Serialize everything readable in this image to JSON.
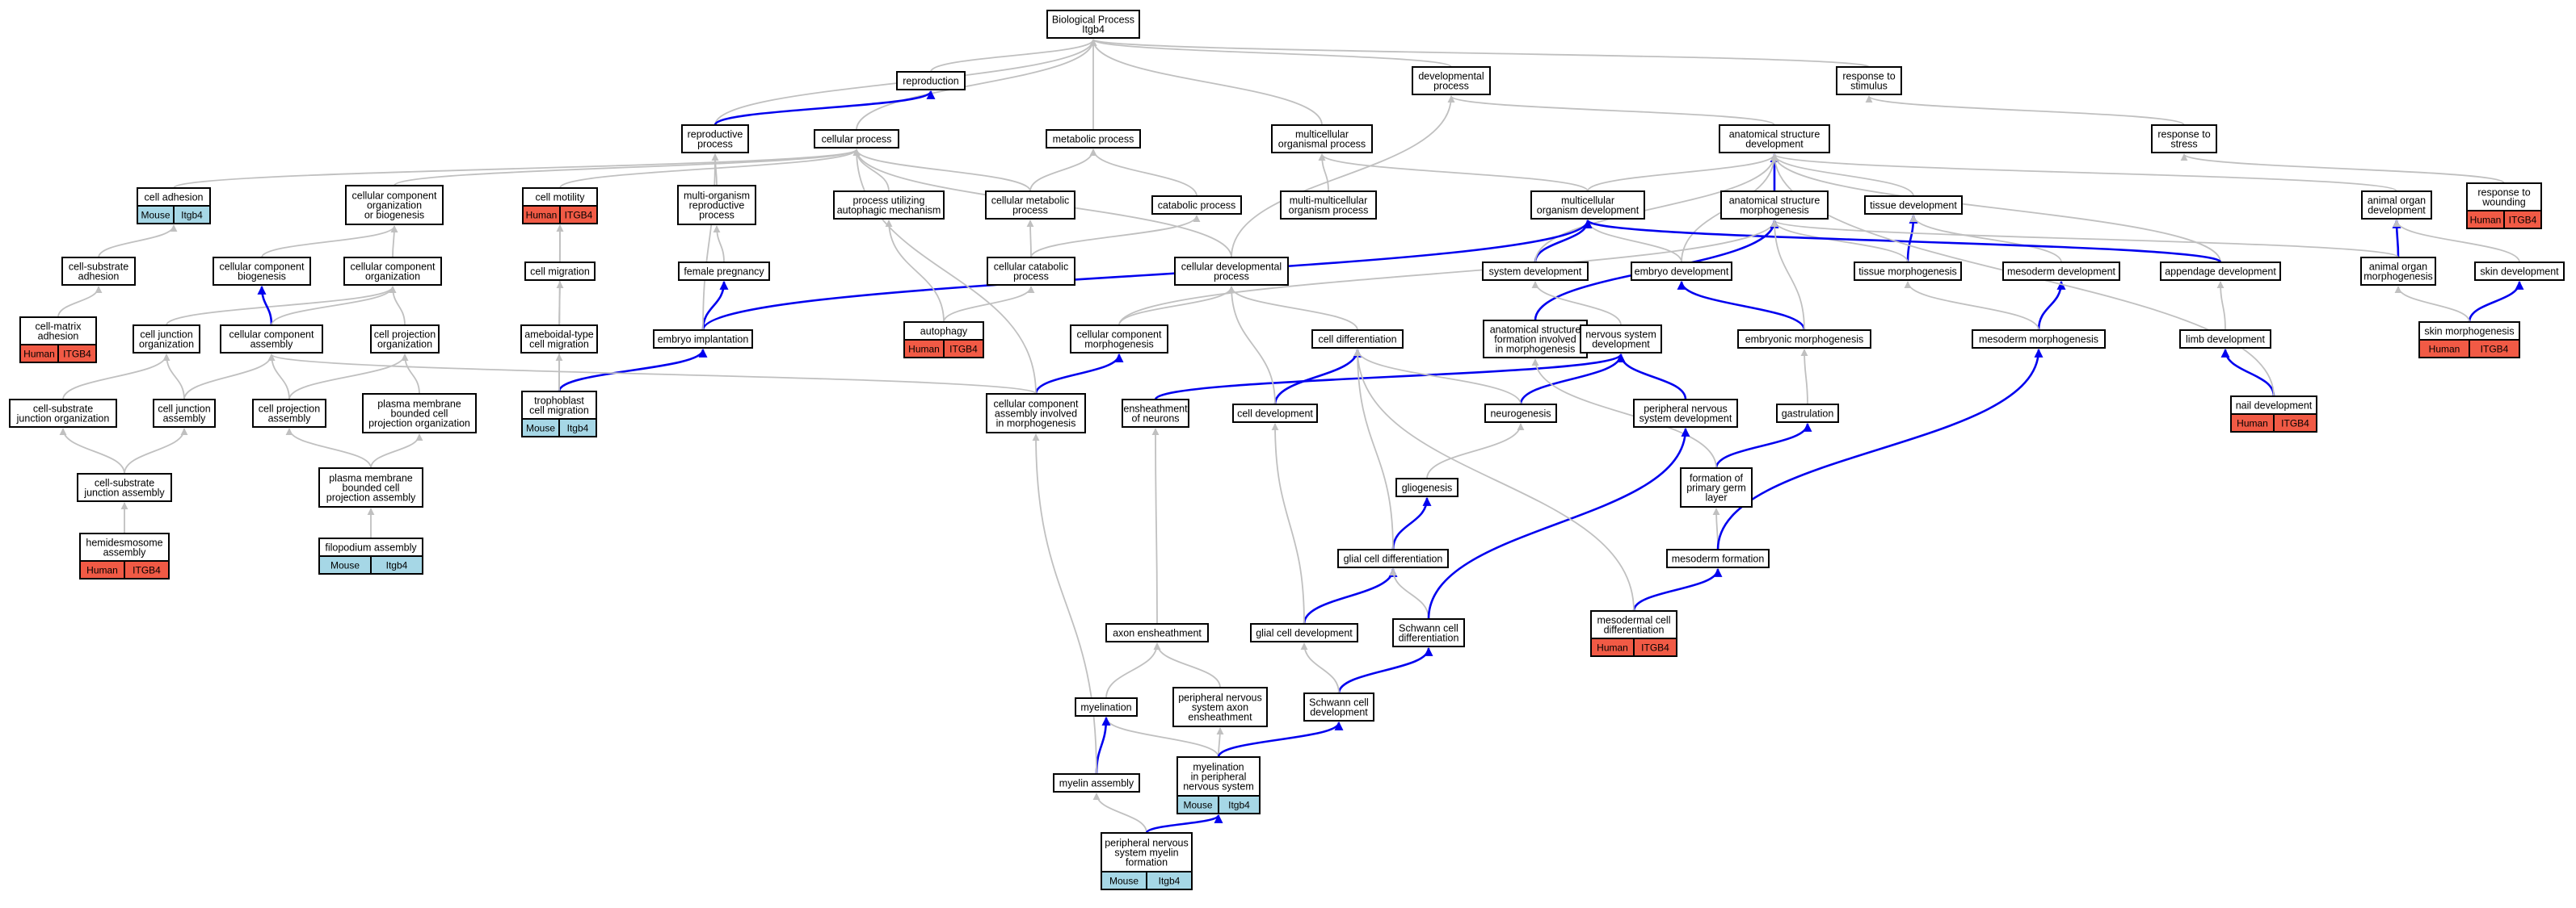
{
  "colors": {
    "gray_edge": "#c0c0c0",
    "blue_edge": "#0000ee",
    "human_badge": "#f15a45",
    "mouse_badge": "#a6d7e6"
  },
  "nodes": [
    {
      "id": "bp",
      "lines": [
        "Biological Process",
        "Itgb4"
      ]
    },
    {
      "id": "reproduction",
      "lines": [
        "reproduction"
      ]
    },
    {
      "id": "developmental",
      "lines": [
        "developmental",
        "process"
      ]
    },
    {
      "id": "resp_stimulus",
      "lines": [
        "response to",
        "stimulus"
      ]
    },
    {
      "id": "repro_process",
      "lines": [
        "reproductive",
        "process"
      ]
    },
    {
      "id": "cellular_process",
      "lines": [
        "cellular process"
      ]
    },
    {
      "id": "metabolic",
      "lines": [
        "metabolic process"
      ]
    },
    {
      "id": "multicell_proc",
      "lines": [
        "multicellular",
        "organismal process"
      ]
    },
    {
      "id": "anat_dev",
      "lines": [
        "anatomical structure",
        "development"
      ]
    },
    {
      "id": "resp_stress",
      "lines": [
        "response to",
        "stress"
      ]
    },
    {
      "id": "cell_adhesion",
      "lines": [
        "cell adhesion"
      ],
      "badge": {
        "species": "Mouse",
        "gene": "Itgb4"
      }
    },
    {
      "id": "ccob",
      "lines": [
        "cellular component",
        "organization",
        "or biogenesis"
      ]
    },
    {
      "id": "cell_motility",
      "lines": [
        "cell motility"
      ],
      "badge": {
        "species": "Human",
        "gene": "ITGB4"
      }
    },
    {
      "id": "mo_repro",
      "lines": [
        "multi-organism",
        "reproductive",
        "process"
      ]
    },
    {
      "id": "autophagic_mech",
      "lines": [
        "process utilizing",
        "autophagic mechanism"
      ]
    },
    {
      "id": "cell_metabolic",
      "lines": [
        "cellular metabolic",
        "process"
      ]
    },
    {
      "id": "catabolic",
      "lines": [
        "catabolic process"
      ]
    },
    {
      "id": "mo_org_process",
      "lines": [
        "multi-multicellular",
        "organism process"
      ]
    },
    {
      "id": "mo_dev",
      "lines": [
        "multicellular",
        "organism development"
      ]
    },
    {
      "id": "anat_morph",
      "lines": [
        "anatomical structure",
        "morphogenesis"
      ]
    },
    {
      "id": "tissue_dev",
      "lines": [
        "tissue development"
      ]
    },
    {
      "id": "animal_organ_dev",
      "lines": [
        "animal organ",
        "development"
      ]
    },
    {
      "id": "resp_wound",
      "lines": [
        "response to",
        "wounding"
      ],
      "badge": {
        "species": "Human",
        "gene": "ITGB4"
      }
    },
    {
      "id": "cell_sub_adhesion",
      "lines": [
        "cell-substrate",
        "adhesion"
      ]
    },
    {
      "id": "cc_biogenesis",
      "lines": [
        "cellular component",
        "biogenesis"
      ]
    },
    {
      "id": "cc_org",
      "lines": [
        "cellular component",
        "organization"
      ]
    },
    {
      "id": "cell_migration",
      "lines": [
        "cell migration"
      ]
    },
    {
      "id": "female_preg",
      "lines": [
        "female pregnancy"
      ]
    },
    {
      "id": "cell_catabolic",
      "lines": [
        "cellular catabolic",
        "process"
      ]
    },
    {
      "id": "cell_dev_proc",
      "lines": [
        "cellular developmental",
        "process"
      ]
    },
    {
      "id": "system_dev",
      "lines": [
        "system development"
      ]
    },
    {
      "id": "embryo_dev",
      "lines": [
        "embryo development"
      ]
    },
    {
      "id": "tissue_morph",
      "lines": [
        "tissue morphogenesis"
      ]
    },
    {
      "id": "mesoderm_dev",
      "lines": [
        "mesoderm development"
      ]
    },
    {
      "id": "appendage_dev",
      "lines": [
        "appendage development"
      ]
    },
    {
      "id": "animal_organ_morph",
      "lines": [
        "animal organ",
        "morphogenesis"
      ]
    },
    {
      "id": "skin_dev",
      "lines": [
        "skin development"
      ]
    },
    {
      "id": "cell_matrix",
      "lines": [
        "cell-matrix",
        "adhesion"
      ],
      "badge": {
        "species": "Human",
        "gene": "ITGB4"
      }
    },
    {
      "id": "cell_junction_org",
      "lines": [
        "cell junction",
        "organization"
      ]
    },
    {
      "id": "cc_assembly",
      "lines": [
        "cellular component",
        "assembly"
      ]
    },
    {
      "id": "cell_proj_org",
      "lines": [
        "cell projection",
        "organization"
      ]
    },
    {
      "id": "ameboidal",
      "lines": [
        "ameboidal-type",
        "cell migration"
      ]
    },
    {
      "id": "embryo_impl",
      "lines": [
        "embryo implantation"
      ]
    },
    {
      "id": "autophagy",
      "lines": [
        "autophagy"
      ],
      "badge": {
        "species": "Human",
        "gene": "ITGB4"
      }
    },
    {
      "id": "cc_morph",
      "lines": [
        "cellular component",
        "morphogenesis"
      ]
    },
    {
      "id": "cell_diff",
      "lines": [
        "cell differentiation"
      ]
    },
    {
      "id": "anat_formation",
      "lines": [
        "anatomical structure",
        "formation involved",
        "in morphogenesis"
      ]
    },
    {
      "id": "ns_dev",
      "lines": [
        "nervous system",
        "development"
      ]
    },
    {
      "id": "embryonic_morph",
      "lines": [
        "embryonic morphogenesis"
      ]
    },
    {
      "id": "mesoderm_morph",
      "lines": [
        "mesoderm morphogenesis"
      ]
    },
    {
      "id": "limb_dev",
      "lines": [
        "limb development"
      ]
    },
    {
      "id": "skin_morph",
      "lines": [
        "skin morphogenesis"
      ],
      "badge": {
        "species": "Human",
        "gene": "ITGB4"
      }
    },
    {
      "id": "cs_junction_org",
      "lines": [
        "cell-substrate",
        "junction organization"
      ]
    },
    {
      "id": "cell_junction_asm",
      "lines": [
        "cell junction",
        "assembly"
      ]
    },
    {
      "id": "cell_proj_asm",
      "lines": [
        "cell projection",
        "assembly"
      ]
    },
    {
      "id": "pm_proj_org",
      "lines": [
        "plasma membrane",
        "bounded cell",
        "projection organization"
      ]
    },
    {
      "id": "trophoblast",
      "lines": [
        "trophoblast",
        "cell migration"
      ],
      "badge": {
        "species": "Mouse",
        "gene": "Itgb4"
      }
    },
    {
      "id": "cc_asm_morph",
      "lines": [
        "cellular component",
        "assembly involved",
        "in morphogenesis"
      ]
    },
    {
      "id": "ensheathment",
      "lines": [
        "ensheathment",
        "of neurons"
      ]
    },
    {
      "id": "cell_dev",
      "lines": [
        "cell development"
      ]
    },
    {
      "id": "neurogenesis",
      "lines": [
        "neurogenesis"
      ]
    },
    {
      "id": "pns_dev",
      "lines": [
        "peripheral nervous",
        "system development"
      ]
    },
    {
      "id": "gastrulation",
      "lines": [
        "gastrulation"
      ]
    },
    {
      "id": "nail_dev",
      "lines": [
        "nail development"
      ],
      "badge": {
        "species": "Human",
        "gene": "ITGB4"
      }
    },
    {
      "id": "cs_junction_asm",
      "lines": [
        "cell-substrate",
        "junction assembly"
      ]
    },
    {
      "id": "pm_proj_asm",
      "lines": [
        "plasma membrane",
        "bounded cell",
        "projection assembly"
      ]
    },
    {
      "id": "gliogenesis",
      "lines": [
        "gliogenesis"
      ]
    },
    {
      "id": "germ_layer",
      "lines": [
        "formation of",
        "primary germ",
        "layer"
      ]
    },
    {
      "id": "hemidesmosome",
      "lines": [
        "hemidesmosome",
        "assembly"
      ],
      "badge": {
        "species": "Human",
        "gene": "ITGB4"
      }
    },
    {
      "id": "filopodium",
      "lines": [
        "filopodium assembly"
      ],
      "badge": {
        "species": "Mouse",
        "gene": "Itgb4"
      }
    },
    {
      "id": "glial_diff",
      "lines": [
        "glial cell differentiation"
      ]
    },
    {
      "id": "mesoderm_form",
      "lines": [
        "mesoderm formation"
      ]
    },
    {
      "id": "axon_ensheath",
      "lines": [
        "axon ensheathment"
      ]
    },
    {
      "id": "glial_dev",
      "lines": [
        "glial cell development"
      ]
    },
    {
      "id": "schwann_diff",
      "lines": [
        "Schwann cell",
        "differentiation"
      ]
    },
    {
      "id": "mesodermal_diff",
      "lines": [
        "mesodermal cell",
        "differentiation"
      ],
      "badge": {
        "species": "Human",
        "gene": "ITGB4"
      }
    },
    {
      "id": "myelination",
      "lines": [
        "myelination"
      ]
    },
    {
      "id": "pns_axon",
      "lines": [
        "peripheral nervous",
        "system axon",
        "ensheathment"
      ]
    },
    {
      "id": "schwann_dev",
      "lines": [
        "Schwann cell",
        "development"
      ]
    },
    {
      "id": "myelin_pns",
      "lines": [
        "myelination",
        "in peripheral",
        "nervous system"
      ],
      "badge": {
        "species": "Mouse",
        "gene": "Itgb4"
      }
    },
    {
      "id": "myelin_asm",
      "lines": [
        "myelin assembly"
      ]
    },
    {
      "id": "pns_myelin_form",
      "lines": [
        "peripheral nervous",
        "system myelin",
        "formation"
      ],
      "badge": {
        "species": "Mouse",
        "gene": "Itgb4"
      }
    }
  ],
  "edges": [
    [
      "reproduction",
      "bp",
      "gray"
    ],
    [
      "developmental",
      "bp",
      "gray"
    ],
    [
      "resp_stimulus",
      "bp",
      "gray"
    ],
    [
      "repro_process",
      "bp",
      "gray"
    ],
    [
      "cellular_process",
      "bp",
      "gray"
    ],
    [
      "metabolic",
      "bp",
      "gray"
    ],
    [
      "multicell_proc",
      "bp",
      "gray"
    ],
    [
      "repro_process",
      "reproduction",
      "blue"
    ],
    [
      "anat_dev",
      "developmental",
      "gray"
    ],
    [
      "resp_stress",
      "resp_stimulus",
      "gray"
    ],
    [
      "cell_adhesion",
      "cellular_process",
      "gray"
    ],
    [
      "ccob",
      "cellular_process",
      "gray"
    ],
    [
      "cell_motility",
      "cellular_process",
      "gray"
    ],
    [
      "mo_repro",
      "repro_process",
      "gray"
    ],
    [
      "autophagic_mech",
      "cellular_process",
      "gray"
    ],
    [
      "cell_metabolic",
      "cellular_process",
      "gray"
    ],
    [
      "cell_metabolic",
      "metabolic",
      "gray"
    ],
    [
      "catabolic",
      "metabolic",
      "gray"
    ],
    [
      "mo_org_process",
      "multicell_proc",
      "gray"
    ],
    [
      "mo_dev",
      "multicell_proc",
      "gray"
    ],
    [
      "mo_dev",
      "anat_dev",
      "gray"
    ],
    [
      "anat_morph",
      "anat_dev",
      "blue"
    ],
    [
      "tissue_dev",
      "anat_dev",
      "gray"
    ],
    [
      "animal_organ_dev",
      "anat_dev",
      "gray"
    ],
    [
      "resp_wound",
      "resp_stress",
      "gray"
    ],
    [
      "cell_sub_adhesion",
      "cell_adhesion",
      "gray"
    ],
    [
      "cc_biogenesis",
      "ccob",
      "gray"
    ],
    [
      "cc_org",
      "ccob",
      "gray"
    ],
    [
      "cell_migration",
      "cell_motility",
      "gray"
    ],
    [
      "female_preg",
      "mo_repro",
      "gray"
    ],
    [
      "cell_catabolic",
      "cell_metabolic",
      "gray"
    ],
    [
      "cell_catabolic",
      "catabolic",
      "gray"
    ],
    [
      "cell_dev_proc",
      "cellular_process",
      "gray"
    ],
    [
      "cell_dev_proc",
      "developmental",
      "gray"
    ],
    [
      "system_dev",
      "mo_dev",
      "blue"
    ],
    [
      "system_dev",
      "anat_dev",
      "gray"
    ],
    [
      "embryo_dev",
      "mo_dev",
      "gray"
    ],
    [
      "embryo_dev",
      "anat_dev",
      "gray"
    ],
    [
      "tissue_morph",
      "tissue_dev",
      "blue"
    ],
    [
      "tissue_morph",
      "anat_morph",
      "gray"
    ],
    [
      "mesoderm_dev",
      "tissue_dev",
      "gray"
    ],
    [
      "appendage_dev",
      "anat_dev",
      "gray"
    ],
    [
      "appendage_dev",
      "mo_dev",
      "blue"
    ],
    [
      "animal_organ_morph",
      "animal_organ_dev",
      "blue"
    ],
    [
      "animal_organ_morph",
      "anat_morph",
      "gray"
    ],
    [
      "skin_dev",
      "animal_organ_dev",
      "gray"
    ],
    [
      "cell_matrix",
      "cell_sub_adhesion",
      "gray"
    ],
    [
      "cell_junction_org",
      "cc_org",
      "gray"
    ],
    [
      "cc_assembly",
      "cc_biogenesis",
      "blue"
    ],
    [
      "cc_assembly",
      "cc_org",
      "gray"
    ],
    [
      "cell_proj_org",
      "cc_org",
      "gray"
    ],
    [
      "ameboidal",
      "cell_migration",
      "gray"
    ],
    [
      "embryo_impl",
      "female_preg",
      "blue"
    ],
    [
      "embryo_impl",
      "mo_dev",
      "blue"
    ],
    [
      "embryo_impl",
      "repro_process",
      "gray"
    ],
    [
      "autophagy",
      "autophagic_mech",
      "gray"
    ],
    [
      "autophagy",
      "cell_catabolic",
      "gray"
    ],
    [
      "cc_morph",
      "cell_dev_proc",
      "gray"
    ],
    [
      "cc_morph",
      "anat_morph",
      "gray"
    ],
    [
      "cell_diff",
      "cell_dev_proc",
      "gray"
    ],
    [
      "anat_formation",
      "anat_morph",
      "blue"
    ],
    [
      "ns_dev",
      "system_dev",
      "gray"
    ],
    [
      "embryonic_morph",
      "embryo_dev",
      "blue"
    ],
    [
      "embryonic_morph",
      "anat_morph",
      "gray"
    ],
    [
      "mesoderm_morph",
      "mesoderm_dev",
      "blue"
    ],
    [
      "mesoderm_morph",
      "tissue_morph",
      "gray"
    ],
    [
      "limb_dev",
      "appendage_dev",
      "gray"
    ],
    [
      "skin_morph",
      "skin_dev",
      "blue"
    ],
    [
      "skin_morph",
      "animal_organ_morph",
      "gray"
    ],
    [
      "cs_junction_org",
      "cell_junction_org",
      "gray"
    ],
    [
      "cell_junction_asm",
      "cell_junction_org",
      "gray"
    ],
    [
      "cell_junction_asm",
      "cc_assembly",
      "gray"
    ],
    [
      "cell_proj_asm",
      "cc_assembly",
      "gray"
    ],
    [
      "cell_proj_asm",
      "cell_proj_org",
      "gray"
    ],
    [
      "pm_proj_org",
      "cell_proj_org",
      "gray"
    ],
    [
      "trophoblast",
      "ameboidal",
      "gray"
    ],
    [
      "trophoblast",
      "embryo_impl",
      "blue"
    ],
    [
      "trophoblast",
      "cell_motility",
      "gray"
    ],
    [
      "cc_asm_morph",
      "cc_morph",
      "blue"
    ],
    [
      "cc_asm_morph",
      "cc_assembly",
      "gray"
    ],
    [
      "cc_asm_morph",
      "cellular_process",
      "gray"
    ],
    [
      "ensheathment",
      "ns_dev",
      "blue"
    ],
    [
      "cell_dev",
      "cell_diff",
      "blue"
    ],
    [
      "cell_dev",
      "cell_dev_proc",
      "gray"
    ],
    [
      "neurogenesis",
      "ns_dev",
      "blue"
    ],
    [
      "neurogenesis",
      "cell_diff",
      "gray"
    ],
    [
      "pns_dev",
      "ns_dev",
      "blue"
    ],
    [
      "gastrulation",
      "embryonic_morph",
      "gray"
    ],
    [
      "nail_dev",
      "limb_dev",
      "blue"
    ],
    [
      "nail_dev",
      "anat_dev",
      "gray"
    ],
    [
      "cs_junction_asm",
      "cs_junction_org",
      "gray"
    ],
    [
      "cs_junction_asm",
      "cell_junction_asm",
      "gray"
    ],
    [
      "pm_proj_asm",
      "pm_proj_org",
      "gray"
    ],
    [
      "pm_proj_asm",
      "cell_proj_asm",
      "gray"
    ],
    [
      "gliogenesis",
      "neurogenesis",
      "gray"
    ],
    [
      "germ_layer",
      "gastrulation",
      "blue"
    ],
    [
      "germ_layer",
      "anat_formation",
      "gray"
    ],
    [
      "hemidesmosome",
      "cs_junction_asm",
      "gray"
    ],
    [
      "filopodium",
      "pm_proj_asm",
      "gray"
    ],
    [
      "glial_diff",
      "gliogenesis",
      "blue"
    ],
    [
      "glial_diff",
      "cell_diff",
      "gray"
    ],
    [
      "mesoderm_form",
      "germ_layer",
      "gray"
    ],
    [
      "mesoderm_form",
      "mesoderm_morph",
      "blue"
    ],
    [
      "axon_ensheath",
      "ensheathment",
      "gray"
    ],
    [
      "glial_dev",
      "glial_diff",
      "blue"
    ],
    [
      "glial_dev",
      "cell_dev",
      "gray"
    ],
    [
      "schwann_diff",
      "glial_diff",
      "gray"
    ],
    [
      "schwann_diff",
      "pns_dev",
      "blue"
    ],
    [
      "mesodermal_diff",
      "mesoderm_form",
      "blue"
    ],
    [
      "mesodermal_diff",
      "cell_diff",
      "gray"
    ],
    [
      "myelination",
      "axon_ensheath",
      "gray"
    ],
    [
      "pns_axon",
      "axon_ensheath",
      "gray"
    ],
    [
      "schwann_dev",
      "schwann_diff",
      "blue"
    ],
    [
      "schwann_dev",
      "glial_dev",
      "gray"
    ],
    [
      "myelin_pns",
      "myelination",
      "gray"
    ],
    [
      "myelin_pns",
      "pns_axon",
      "gray"
    ],
    [
      "myelin_pns",
      "schwann_dev",
      "blue"
    ],
    [
      "myelin_asm",
      "myelination",
      "blue"
    ],
    [
      "myelin_asm",
      "cc_asm_morph",
      "gray"
    ],
    [
      "pns_myelin_form",
      "myelin_asm",
      "gray"
    ],
    [
      "pns_myelin_form",
      "myelin_pns",
      "blue"
    ]
  ]
}
